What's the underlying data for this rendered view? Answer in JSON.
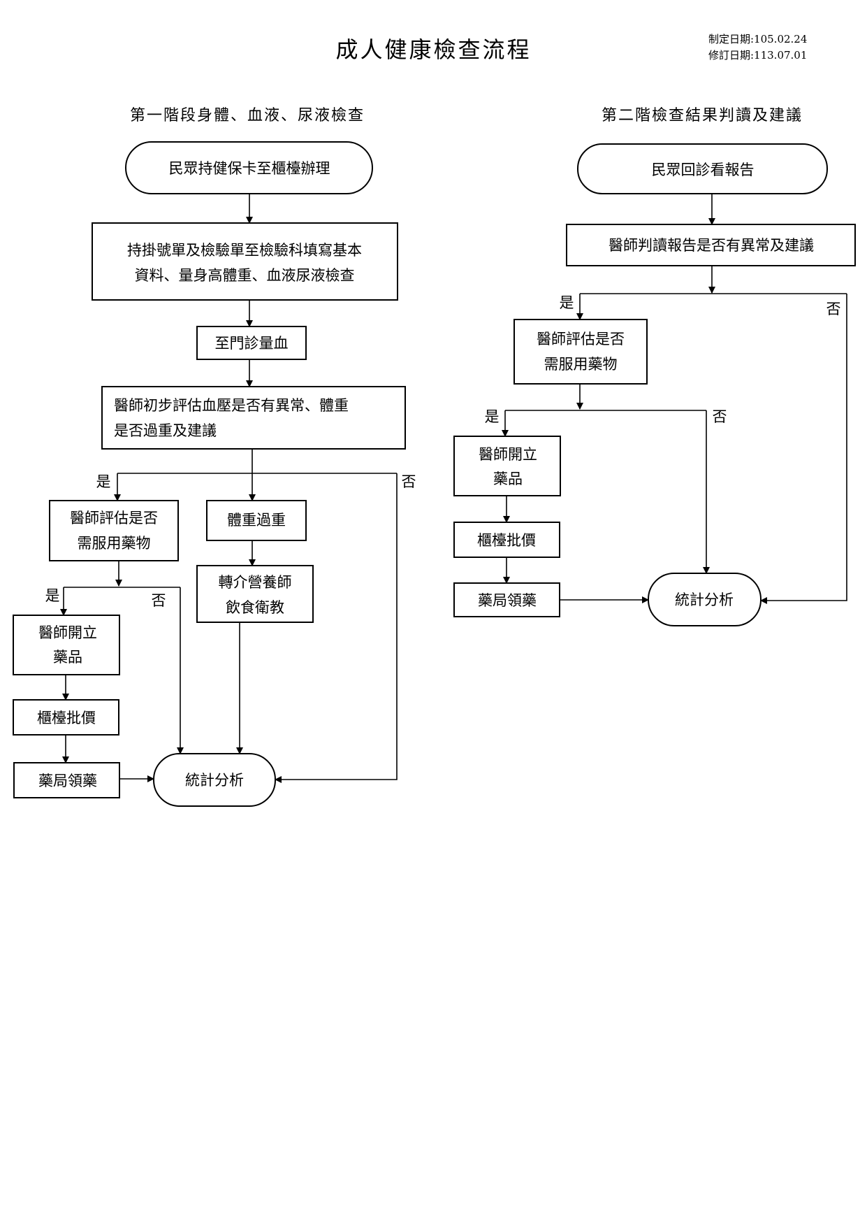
{
  "header": {
    "title": "成人健康檢查流程",
    "established_date": "制定日期:105.02.24",
    "revised_date": "修訂日期:113.07.01"
  },
  "stage1": {
    "heading": "第一階段身體、血液、尿液檢查",
    "start": "民眾持健保卡至櫃檯辦理",
    "step_lab_line1": "持掛號單及檢驗單至檢驗科填寫基本",
    "step_lab_line2": "資料、量身高體重、血液尿液檢查",
    "step_bp": "至門診量血",
    "eval_line1": "醫師初步評估血壓是否有異常、體重",
    "eval_line2": "是否過重及建議",
    "yes_label": "是",
    "no_label": "否",
    "med_eval_line1": "醫師評估是否",
    "med_eval_line2": "需服用藥物",
    "overweight": "體重過重",
    "referral_line1": "轉介營養師",
    "referral_line2": "飲食衛教",
    "med_yes_label": "是",
    "med_no_label": "否",
    "prescribe_line1": "醫師開立",
    "prescribe_line2": "藥品",
    "billing": "櫃檯批價",
    "pharmacy": "藥局領藥",
    "stats": "統計分析"
  },
  "stage2": {
    "heading": "第二階檢查結果判讀及建議",
    "start": "民眾回診看報告",
    "read_report": "醫師判讀報告是否有異常及建議",
    "yes_label": "是",
    "no_label": "否",
    "med_eval_line1": "醫師評估是否",
    "med_eval_line2": "需服用藥物",
    "med_yes_label": "是",
    "med_no_label": "否",
    "prescribe_line1": "醫師開立",
    "prescribe_line2": "藥品",
    "billing": "櫃檯批價",
    "pharmacy": "藥局領藥",
    "stats": "統計分析"
  }
}
